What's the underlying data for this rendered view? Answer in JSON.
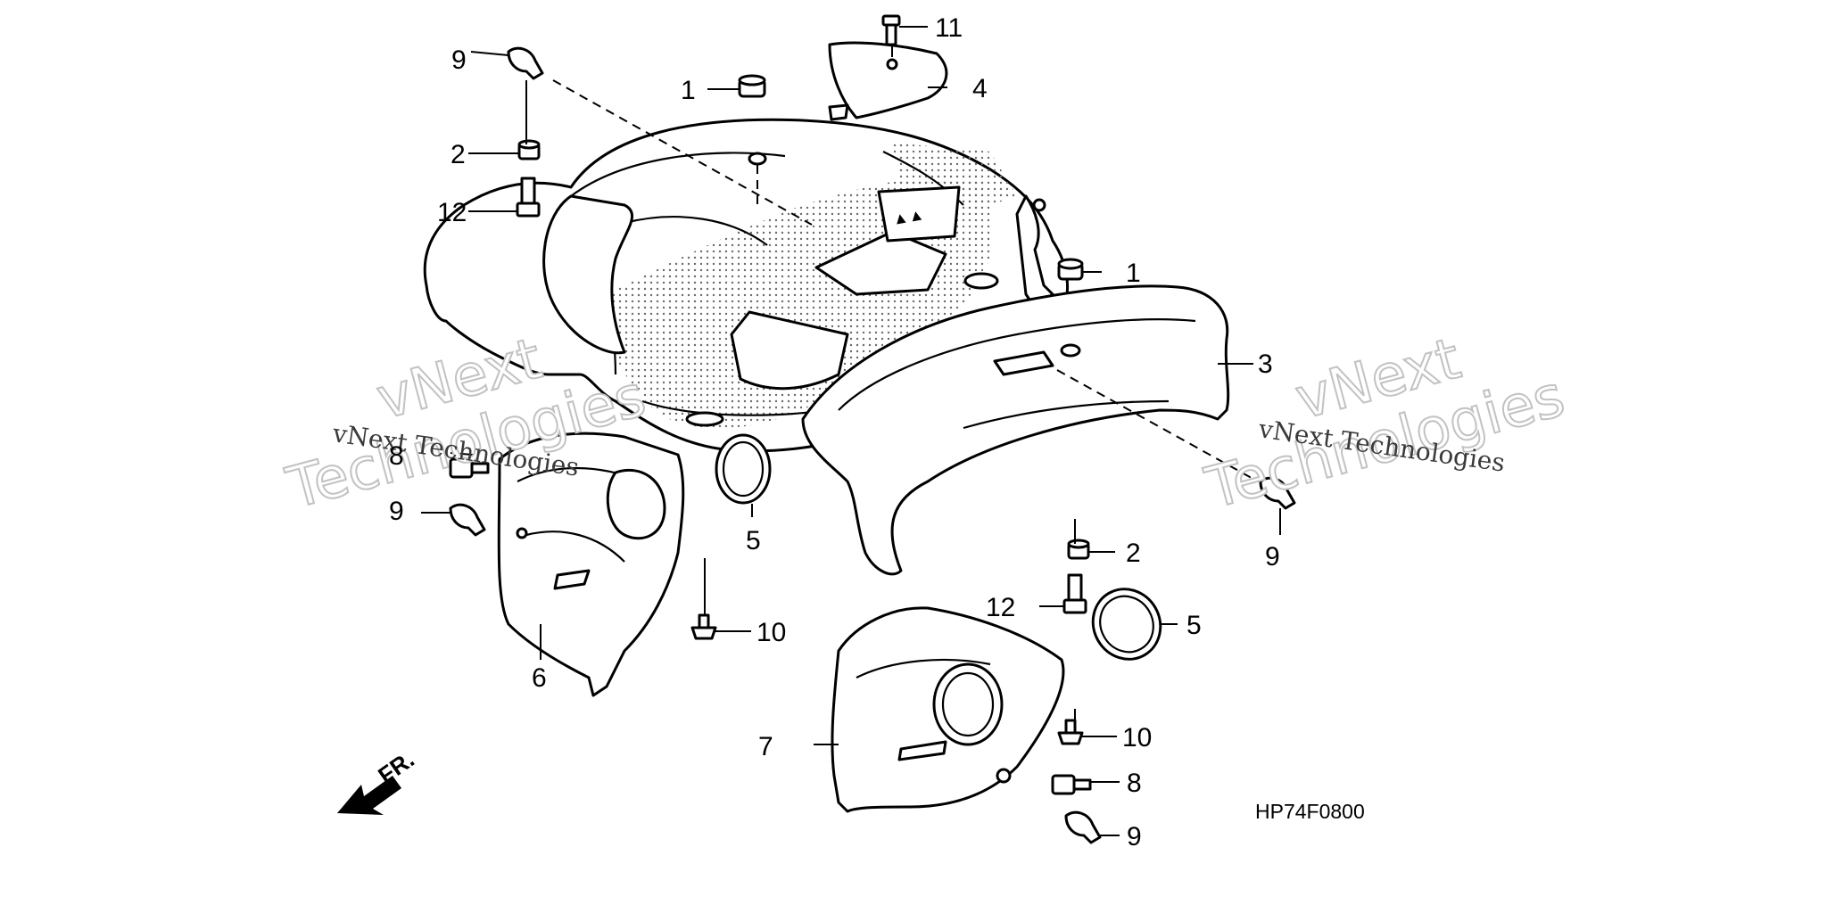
{
  "diagram_code": "HP74F0800",
  "front_indicator": "FR.",
  "watermark": {
    "large_line1": "vNext",
    "large_line2": "Technologies",
    "small": "vNext Technologies"
  },
  "callouts": {
    "c1_a": "1",
    "c1_b": "1",
    "c2_a": "2",
    "c2_b": "2",
    "c3": "3",
    "c4": "4",
    "c5_a": "5",
    "c5_b": "5",
    "c6": "6",
    "c7": "7",
    "c8_a": "8",
    "c8_b": "8",
    "c9_a": "9",
    "c9_b": "9",
    "c9_c": "9",
    "c9_d": "9",
    "c10_a": "10",
    "c10_b": "10",
    "c11": "11",
    "c12_a": "12",
    "c12_b": "12"
  }
}
